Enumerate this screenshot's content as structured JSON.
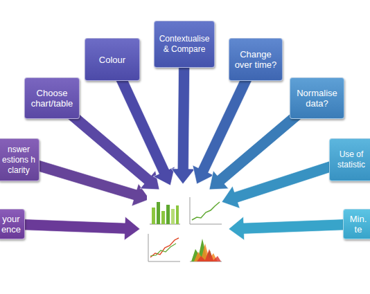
{
  "diagram": {
    "nodes": [
      {
        "text": [
          "your ence"
        ]
      },
      {
        "text": [
          "nswer estions h clarity"
        ]
      },
      {
        "text": [
          "Choose chart/table"
        ]
      },
      {
        "text": [
          "Colour"
        ]
      },
      {
        "text": [
          "Contextualise & Compare"
        ]
      },
      {
        "text": [
          "Change over time?"
        ]
      },
      {
        "text": [
          "Normalise data?"
        ]
      },
      {
        "text": [
          "Use of statistic"
        ]
      },
      {
        "text": [
          "Min. te"
        ]
      }
    ]
  }
}
